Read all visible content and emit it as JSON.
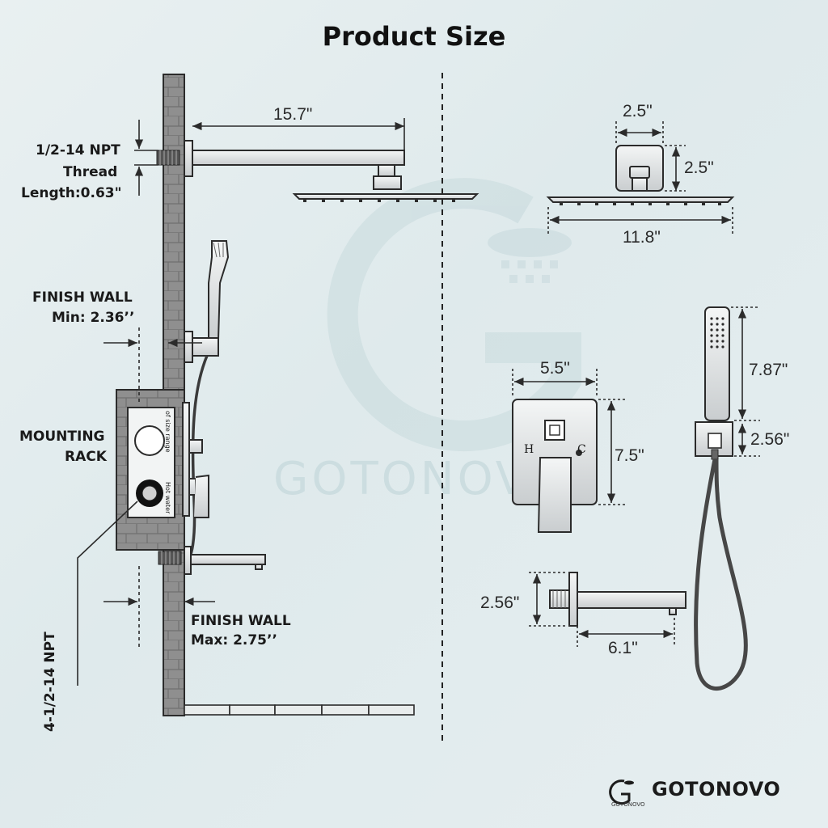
{
  "title": "Product Size",
  "labels": {
    "npt_thread_1": "1/2-14 NPT",
    "npt_thread_2": "Thread",
    "npt_thread_3": "Length:0.63\"",
    "finish_wall_min_1": "FINISH WALL",
    "finish_wall_min_2": "Min: 2.36’’",
    "mounting_rack_1": "MOUNTING",
    "mounting_rack_2": "RACK",
    "npt_4": "4-1/2-14 NPT",
    "finish_wall_max_1": "FINISH WALL",
    "finish_wall_max_2": "Max: 2.75’’",
    "valve_text_1": "of size range",
    "valve_text_2": "Hot water",
    "valve_h": "H",
    "valve_c": "C"
  },
  "dimensions": {
    "arm_length": "15.7\"",
    "head_mount_width": "2.5\"",
    "head_mount_height": "2.5\"",
    "head_width": "11.8\"",
    "trim_width": "5.5\"",
    "trim_height": "7.5\"",
    "handheld_length": "7.87\"",
    "holder_height": "2.56\"",
    "spout_height": "2.56\"",
    "spout_length": "6.1\""
  },
  "brand": {
    "name": "GOTONOVO",
    "mini": "GOTONOVO",
    "watermark": "GOTONOVO"
  },
  "colors": {
    "wall": "#8e8e8e",
    "chrome": "#b8bcbe",
    "outline": "#2b2b2b",
    "hose": "#4a4a4a"
  }
}
